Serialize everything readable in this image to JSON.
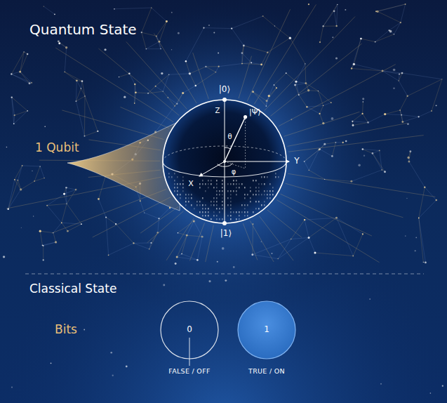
{
  "diagram": {
    "title": "Quantum State",
    "nodes": [
      {
        "text": [
          "0",
          "FALSE / OFF"
        ]
      },
      {
        "text": [
          "1",
          "TRUE / ON"
        ]
      }
    ],
    "labels": [
      "1 Qubit",
      "|0⟩",
      "Z",
      "|Ψ⟩",
      "θ",
      "φ",
      "Y",
      "X",
      "|1⟩",
      "Classical State",
      "Bits"
    ]
  }
}
